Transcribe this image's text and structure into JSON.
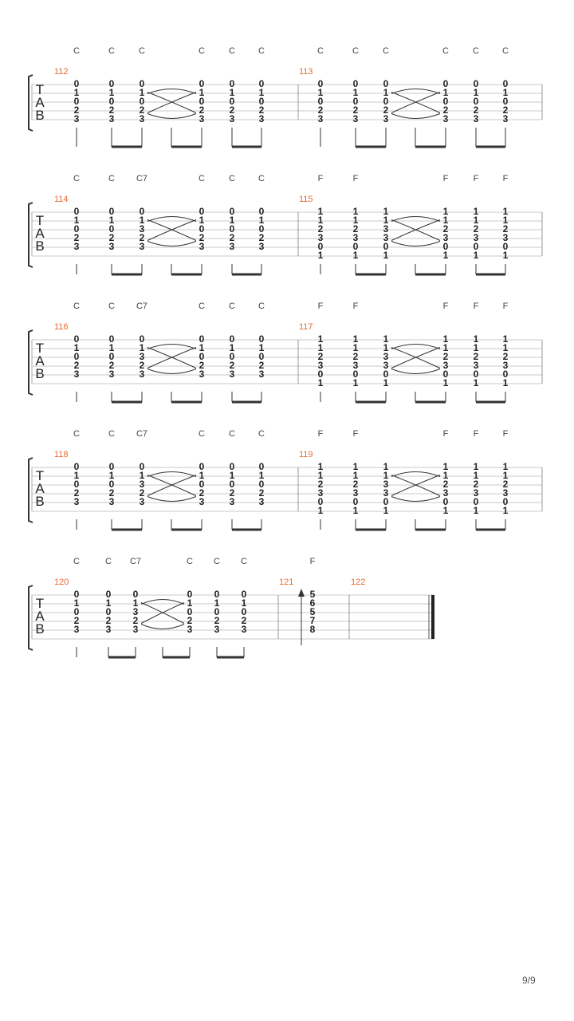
{
  "tab_clef": [
    "T",
    "A",
    "B"
  ],
  "page_number": "9/9",
  "systems": [
    {
      "measures": [
        {
          "number": "112",
          "chords": [
            "C",
            "C",
            "C",
            "C",
            "C",
            "C"
          ],
          "beats": [
            [
              "0",
              "1",
              "0",
              "2",
              "3"
            ],
            [
              "0",
              "1",
              "0",
              "2",
              "3"
            ],
            [
              "0",
              "1",
              "0",
              "2",
              "3"
            ],
            [
              "0",
              "1",
              "0",
              "2",
              "3"
            ],
            [
              "0",
              "1",
              "0",
              "2",
              "3"
            ],
            [
              "0",
              "1",
              "0",
              "2",
              "3"
            ]
          ]
        },
        {
          "number": "113",
          "chords": [
            "C",
            "C",
            "C",
            "C",
            "C",
            "C"
          ],
          "beats": [
            [
              "0",
              "1",
              "0",
              "2",
              "3"
            ],
            [
              "0",
              "1",
              "0",
              "2",
              "3"
            ],
            [
              "0",
              "1",
              "0",
              "2",
              "3"
            ],
            [
              "0",
              "1",
              "0",
              "2",
              "3"
            ],
            [
              "0",
              "1",
              "0",
              "2",
              "3"
            ],
            [
              "0",
              "1",
              "0",
              "2",
              "3"
            ]
          ]
        }
      ]
    },
    {
      "measures": [
        {
          "number": "114",
          "chords": [
            "C",
            "C",
            "C7",
            "C",
            "C",
            "C"
          ],
          "beats": [
            [
              "0",
              "1",
              "0",
              "2",
              "3"
            ],
            [
              "0",
              "1",
              "0",
              "2",
              "3"
            ],
            [
              "0",
              "1",
              "3",
              "2",
              "3"
            ],
            [
              "0",
              "1",
              "0",
              "2",
              "3"
            ],
            [
              "0",
              "1",
              "0",
              "2",
              "3"
            ],
            [
              "0",
              "1",
              "0",
              "2",
              "3"
            ]
          ]
        },
        {
          "number": "115",
          "chords": [
            "F",
            "F",
            "",
            "F",
            "F",
            "F"
          ],
          "beats": [
            [
              "1",
              "1",
              "2",
              "3",
              "0",
              "1"
            ],
            [
              "1",
              "1",
              "2",
              "3",
              "0",
              "1"
            ],
            [
              "1",
              "1",
              "3",
              "3",
              "0",
              "1"
            ],
            [
              "1",
              "1",
              "2",
              "3",
              "0",
              "1"
            ],
            [
              "1",
              "1",
              "2",
              "3",
              "0",
              "1"
            ],
            [
              "1",
              "1",
              "2",
              "3",
              "0",
              "1"
            ]
          ]
        }
      ]
    },
    {
      "measures": [
        {
          "number": "116",
          "chords": [
            "C",
            "C",
            "C7",
            "C",
            "C",
            "C"
          ],
          "beats": [
            [
              "0",
              "1",
              "0",
              "2",
              "3"
            ],
            [
              "0",
              "1",
              "0",
              "2",
              "3"
            ],
            [
              "0",
              "1",
              "3",
              "2",
              "3"
            ],
            [
              "0",
              "1",
              "0",
              "2",
              "3"
            ],
            [
              "0",
              "1",
              "0",
              "2",
              "3"
            ],
            [
              "0",
              "1",
              "0",
              "2",
              "3"
            ]
          ]
        },
        {
          "number": "117",
          "chords": [
            "F",
            "F",
            "",
            "F",
            "F",
            "F"
          ],
          "beats": [
            [
              "1",
              "1",
              "2",
              "3",
              "0",
              "1"
            ],
            [
              "1",
              "1",
              "2",
              "3",
              "0",
              "1"
            ],
            [
              "1",
              "1",
              "3",
              "3",
              "0",
              "1"
            ],
            [
              "1",
              "1",
              "2",
              "3",
              "0",
              "1"
            ],
            [
              "1",
              "1",
              "2",
              "3",
              "0",
              "1"
            ],
            [
              "1",
              "1",
              "2",
              "3",
              "0",
              "1"
            ]
          ]
        }
      ]
    },
    {
      "measures": [
        {
          "number": "118",
          "chords": [
            "C",
            "C",
            "C7",
            "C",
            "C",
            "C"
          ],
          "beats": [
            [
              "0",
              "1",
              "0",
              "2",
              "3"
            ],
            [
              "0",
              "1",
              "0",
              "2",
              "3"
            ],
            [
              "0",
              "1",
              "3",
              "2",
              "3"
            ],
            [
              "0",
              "1",
              "0",
              "2",
              "3"
            ],
            [
              "0",
              "1",
              "0",
              "2",
              "3"
            ],
            [
              "0",
              "1",
              "0",
              "2",
              "3"
            ]
          ]
        },
        {
          "number": "119",
          "chords": [
            "F",
            "F",
            "",
            "F",
            "F",
            "F"
          ],
          "beats": [
            [
              "1",
              "1",
              "2",
              "3",
              "0",
              "1"
            ],
            [
              "1",
              "1",
              "2",
              "3",
              "0",
              "1"
            ],
            [
              "1",
              "1",
              "3",
              "3",
              "0",
              "1"
            ],
            [
              "1",
              "1",
              "2",
              "3",
              "0",
              "1"
            ],
            [
              "1",
              "1",
              "2",
              "3",
              "0",
              "1"
            ],
            [
              "1",
              "1",
              "2",
              "3",
              "0",
              "1"
            ]
          ]
        }
      ]
    },
    {
      "measures": [
        {
          "number": "120",
          "chords": [
            "C",
            "C",
            "C7",
            "C",
            "C",
            "C"
          ],
          "beats": [
            [
              "0",
              "1",
              "0",
              "2",
              "3"
            ],
            [
              "0",
              "1",
              "0",
              "2",
              "3"
            ],
            [
              "0",
              "1",
              "3",
              "2",
              "3"
            ],
            [
              "0",
              "1",
              "0",
              "2",
              "3"
            ],
            [
              "0",
              "1",
              "0",
              "2",
              "3"
            ],
            [
              "0",
              "1",
              "0",
              "2",
              "3"
            ]
          ]
        },
        {
          "number": "121",
          "chords": [
            "F"
          ],
          "beats": [
            [
              "5",
              "6",
              "5",
              "7",
              "8"
            ]
          ]
        },
        {
          "number": "122",
          "chords": [],
          "beats": []
        }
      ]
    }
  ]
}
